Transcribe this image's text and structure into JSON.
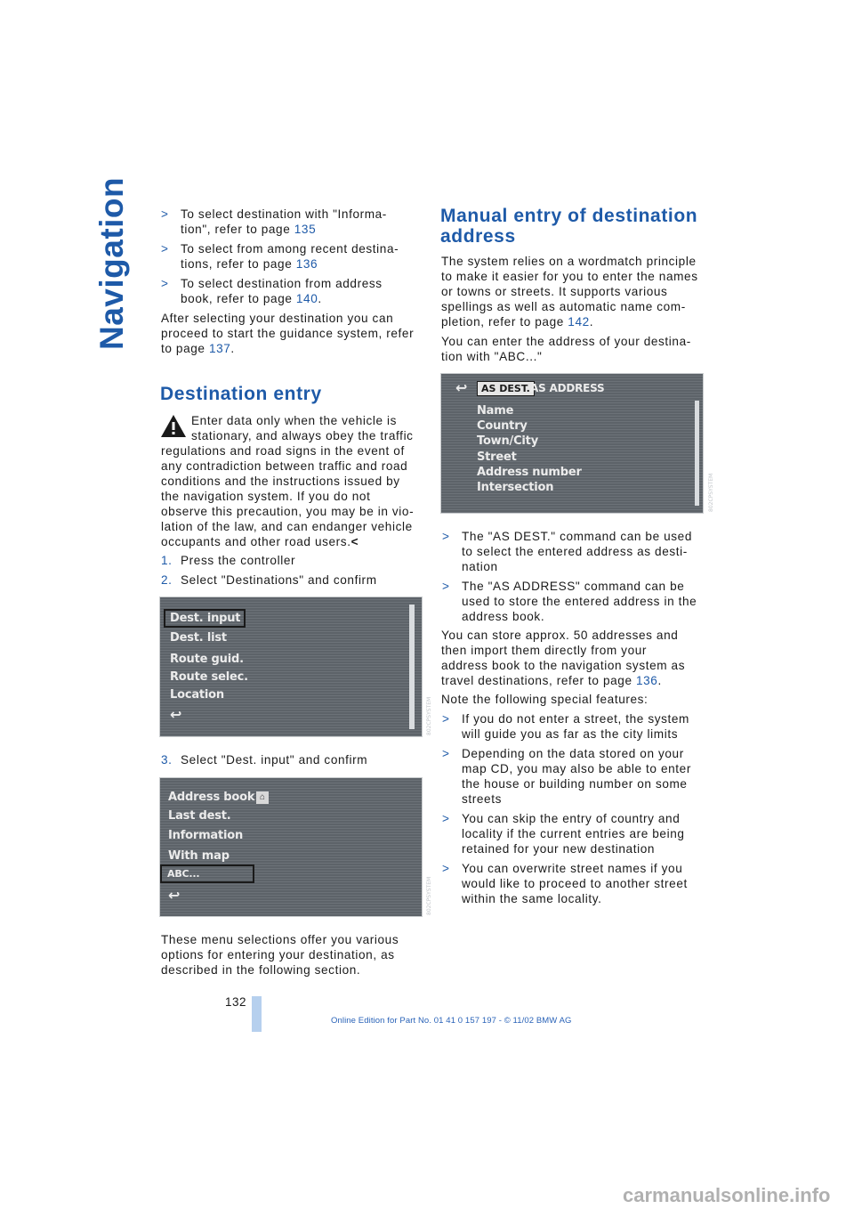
{
  "sidebar_title": "Navigation",
  "left_column": {
    "bullets": [
      {
        "mark": ">",
        "line1": "To select destination with \"Informa-",
        "line2_text": "tion\", refer to page ",
        "page": "135"
      },
      {
        "mark": ">",
        "line1": "To select from among recent destina-",
        "line2_text": "tions, refer to page ",
        "page": "136"
      },
      {
        "mark": ">",
        "line1": "To select destination from address",
        "line2_text": "book, refer to page ",
        "page": "140",
        "suffix": "."
      }
    ],
    "after_selecting": {
      "line1": "After selecting your destination you can",
      "line2": "proceed to start the guidance system, refer",
      "line3_text": "to page ",
      "page": "137",
      "suffix": "."
    },
    "heading": "Destination entry",
    "warning": {
      "icon": "warning-triangle-icon",
      "lines": [
        "Enter data only when the vehicle is",
        "stationary, and always obey the traffic",
        "regulations and road signs in the event of",
        "any contradiction between traffic and road",
        "conditions and the instructions issued by",
        "the navigation system. If you do not",
        "observe this precaution, you may be in vio-",
        "lation of the law, and can endanger vehicle"
      ],
      "last_line": "occupants and other road users.",
      "end_mark": "<"
    },
    "steps": [
      {
        "num": "1.",
        "text": "Press the controller"
      },
      {
        "num": "2.",
        "text": "Select \"Destinations\" and confirm"
      }
    ],
    "screen1": {
      "items": [
        "Dest. input",
        "Dest. list",
        "Route guid.",
        "Route selec.",
        "Location"
      ],
      "selected_index": 0,
      "back_icon": "back-arrow-icon",
      "fig_id": "802CPSYSTEM"
    },
    "step3": {
      "num": "3.",
      "text": "Select \"Dest. input\" and confirm"
    },
    "screen2": {
      "items": [
        "Address book",
        "Last dest.",
        "Information",
        "With map",
        "ABC..."
      ],
      "selected_index": 4,
      "back_icon": "back-arrow-icon",
      "side_icon": "home-icon",
      "fig_id": "802CPSYSTEM"
    },
    "closing": [
      "These menu selections offer you various",
      "options for entering your destination, as",
      "described in the following section."
    ]
  },
  "right_column": {
    "heading_line1": "Manual entry of destination",
    "heading_line2": "address",
    "intro": [
      "The system relies on a wordmatch principle",
      "to make it easier for you to enter the names",
      "or towns or streets. It supports various",
      "spellings as well as automatic name com-"
    ],
    "intro_last_text": "pletion, refer to page ",
    "intro_page": "142",
    "intro_suffix": ".",
    "abc_lines": [
      "You can enter the address of your destina-",
      "tion with \"ABC...\""
    ],
    "screen3": {
      "tab_selected": "AS DEST.",
      "tab_other": "AS ADDRESS",
      "items": [
        "Name",
        "Country",
        "Town/City",
        "Street",
        "Address number",
        "Intersection"
      ],
      "back_icon": "back-arrow-icon",
      "fig_id": "802CPSYSTEM"
    },
    "bullets_a": [
      {
        "mark": ">",
        "lines": [
          "The \"AS DEST.\" command can be used",
          "to select the entered address as desti-",
          "nation"
        ]
      },
      {
        "mark": ">",
        "lines": [
          "The \"AS ADDRESS\" command can be",
          "used to store the entered address in the",
          "address book."
        ]
      }
    ],
    "store": {
      "lines": [
        "You can store approx. 50 addresses and",
        "then import them directly from your",
        "address book to the navigation system as"
      ],
      "last_text": "travel destinations, refer to page ",
      "page": "136",
      "suffix": "."
    },
    "note": "Note the following special features:",
    "bullets_b": [
      {
        "mark": ">",
        "lines": [
          "If you do not enter a street, the system",
          "will guide you as far as the city limits"
        ]
      },
      {
        "mark": ">",
        "lines": [
          "Depending on the data stored on your",
          "map CD, you may also be able to enter",
          "the house or building number on some",
          "streets"
        ]
      },
      {
        "mark": ">",
        "lines": [
          "You can skip the entry of country and",
          "locality if the current entries are being",
          "retained for your new destination"
        ]
      },
      {
        "mark": ">",
        "lines": [
          "You can overwrite street names if you",
          "would like to proceed to another street",
          "within the same locality."
        ]
      }
    ]
  },
  "footer": {
    "page_number": "132",
    "edition": "Online Edition for Part No. 01 41 0 157 197 - © 11/02 BMW AG"
  },
  "watermark": "carmanualsonline.info"
}
